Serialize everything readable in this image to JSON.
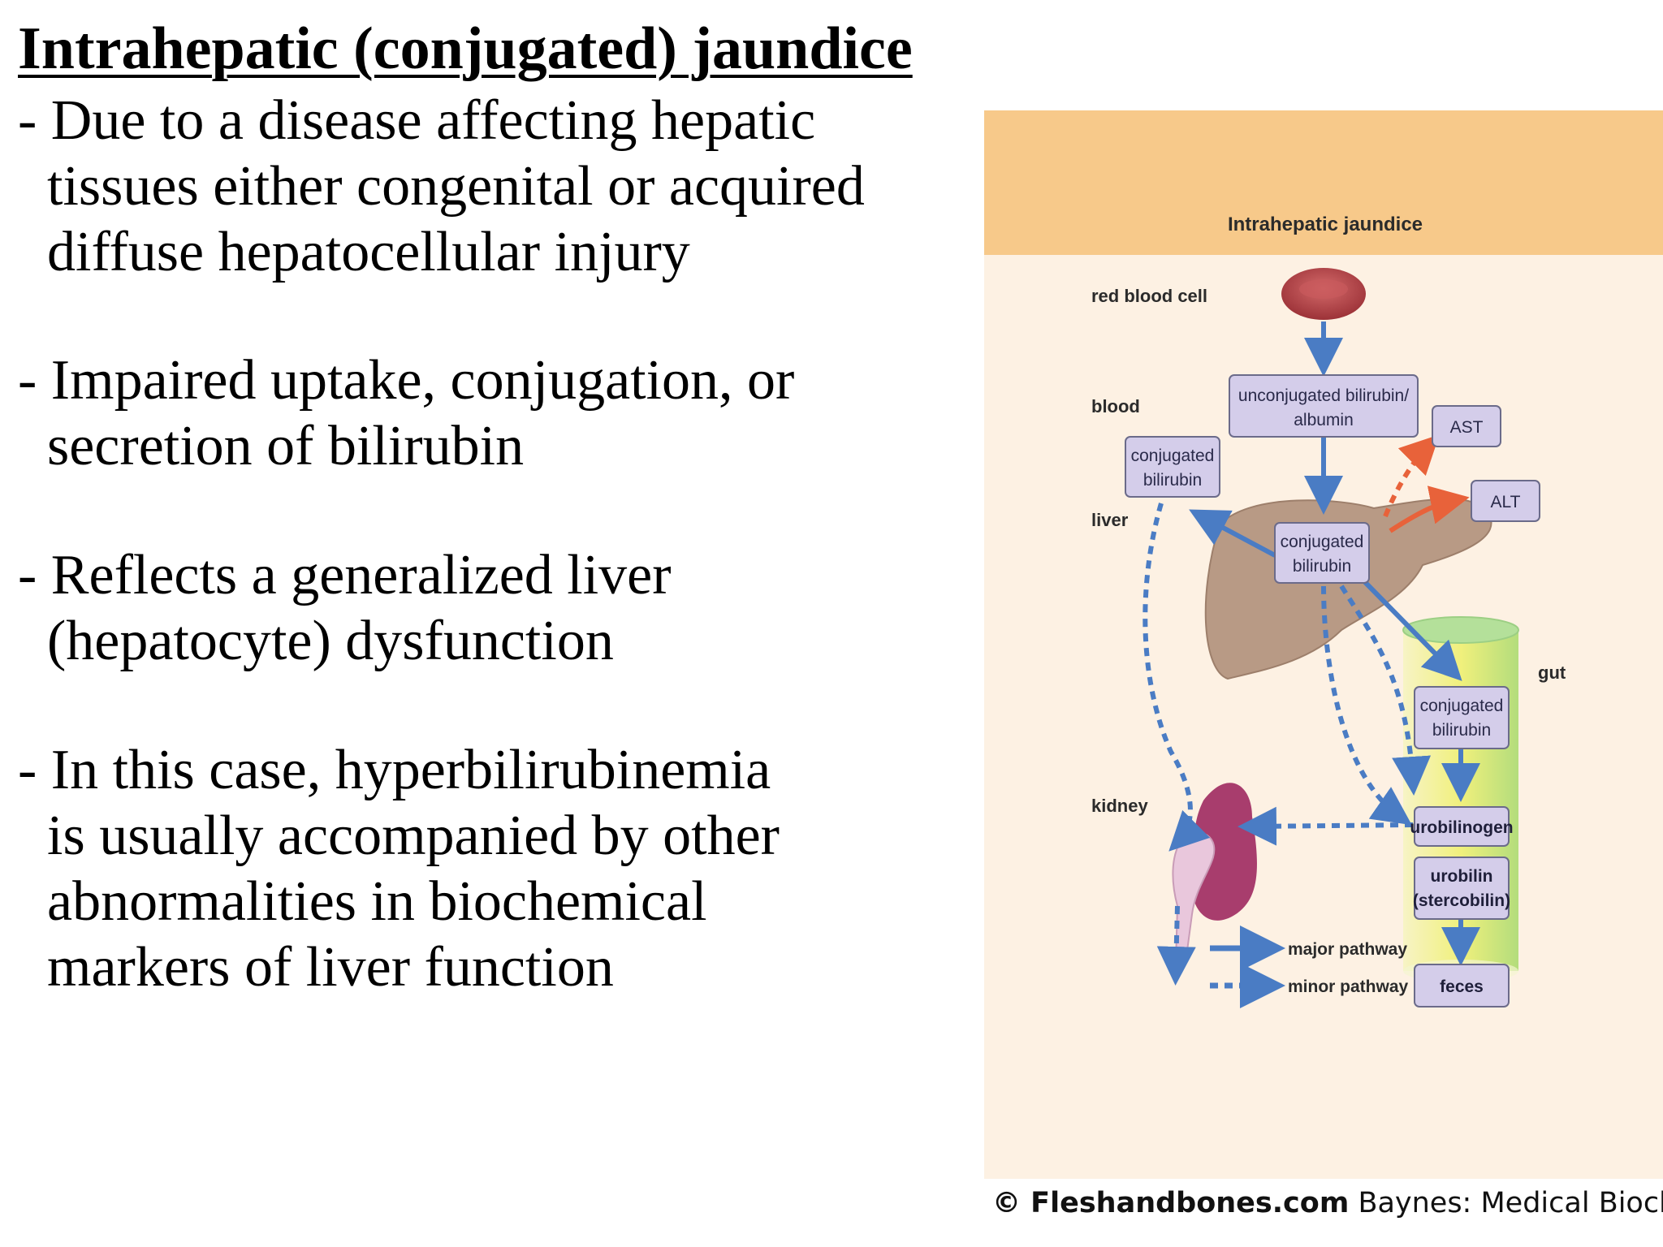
{
  "title": "Intrahepatic (conjugated) jaundice",
  "bullets": [
    {
      "lines": [
        "- Due to a disease affecting hepatic",
        "tissues either congenital or acquired",
        "diffuse hepatocellular injury"
      ]
    },
    {
      "lines": [
        "- Impaired uptake, conjugation, or",
        "secretion of bilirubin"
      ]
    },
    {
      "lines": [
        "- Reflects a generalized liver",
        "(hepatocyte) dysfunction"
      ]
    },
    {
      "lines": [
        "- In this case, hyperbilirubinemia",
        "is usually accompanied by other",
        "abnormalities in biochemical",
        "markers of liver function"
      ]
    }
  ],
  "figure": {
    "title": "Intrahepatic jaundice",
    "labels": {
      "red_blood_cell": "red blood cell",
      "blood": "blood",
      "liver": "liver",
      "kidney": "kidney",
      "gut": "gut"
    },
    "boxes": {
      "unconjugated_line1": "unconjugated bilirubin/",
      "unconjugated_line2": "albumin",
      "conj_blood_line1": "conjugated",
      "conj_blood_line2": "bilirubin",
      "conj_liver_line1": "conjugated",
      "conj_liver_line2": "bilirubin",
      "conj_gut_line1": "conjugated",
      "conj_gut_line2": "bilirubin",
      "ast": "AST",
      "alt": "ALT",
      "urobilinogen": "urobilinogen",
      "urobilin_line1": "urobilin",
      "urobilin_line2": "(stercobilin)",
      "feces": "feces"
    },
    "legend": {
      "major": "major pathway",
      "minor": "minor pathway"
    },
    "colors": {
      "header": "#f7c98a",
      "background": "#fdf1e3",
      "box_fill": "#d4cdea",
      "box_stroke": "#6b6b8a",
      "arrow_blue": "#4a7cc4",
      "arrow_red": "#e8623a",
      "liver": "#b89a85",
      "kidney": "#a83d6d",
      "rbc": "#b8454a"
    }
  },
  "credit": {
    "brand": "© Fleshandbones.com",
    "text": " Baynes: Medical Biochemis"
  }
}
